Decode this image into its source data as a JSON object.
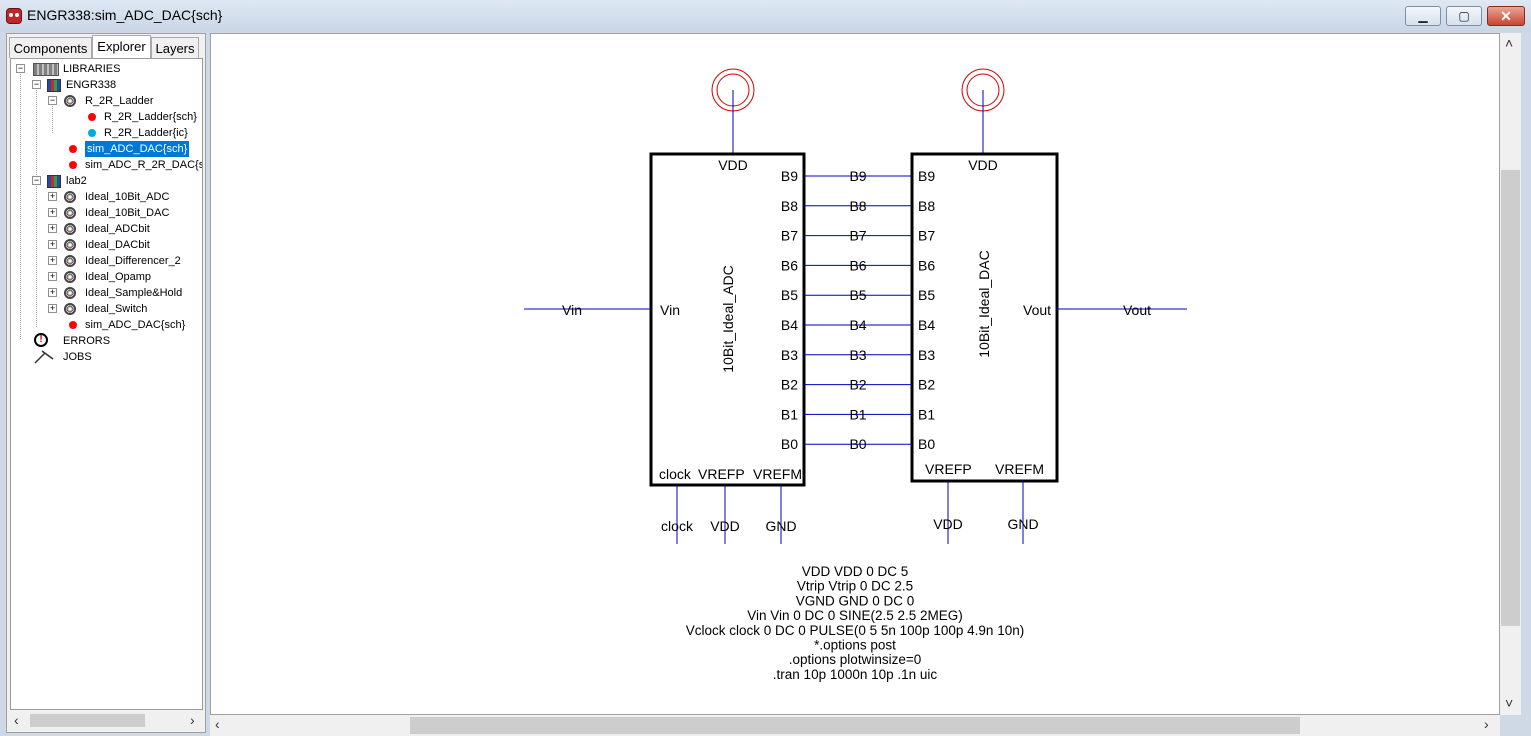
{
  "window": {
    "title": "ENGR338:sim_ADC_DAC{sch}",
    "minimize_glyph": "▁",
    "maximize_glyph": "▢",
    "close_glyph": "✕"
  },
  "tabs": [
    {
      "label": "Components",
      "active": false
    },
    {
      "label": "Explorer",
      "active": true
    },
    {
      "label": "Layers",
      "active": false
    }
  ],
  "tree": {
    "libraries": "LIBRARIES",
    "engr338": "ENGR338",
    "r2r_ladder": "R_2R_Ladder",
    "r2r_ladder_sch": "R_2R_Ladder{sch}",
    "r2r_ladder_ic": "R_2R_Ladder{ic}",
    "sim_adc_dac": "sim_ADC_DAC{sch}",
    "sim_adc_r2r_dac": "sim_ADC_R_2R_DAC{s",
    "lab2": "lab2",
    "lab2_cells": [
      "Ideal_10Bit_ADC",
      "Ideal_10Bit_DAC",
      "Ideal_ADCbit",
      "Ideal_DACbit",
      "Ideal_Differencer_2",
      "Ideal_Opamp",
      "Ideal_Sample&Hold",
      "Ideal_Switch"
    ],
    "lab2_sim": "sim_ADC_DAC{sch}",
    "errors": "ERRORS",
    "jobs": "JOBS",
    "colors": {
      "red_dot": "#ff0000",
      "cyan_dot": "#00aadd",
      "selected": "#0078d7"
    }
  },
  "schematic": {
    "adc": {
      "name": "10Bit_Ideal_ADC",
      "vdd_pin": "VDD",
      "vin_pin": "Vin",
      "bit_pins": [
        "B9",
        "B8",
        "B7",
        "B6",
        "B5",
        "B4",
        "B3",
        "B2",
        "B1",
        "B0"
      ],
      "bottom_pins": [
        "clock",
        "VREFP",
        "VREFM"
      ],
      "bottom_nets": [
        "clock",
        "VDD",
        "GND"
      ]
    },
    "dac": {
      "name": "10Bit_Ideal_DAC",
      "vdd_pin": "VDD",
      "vout_pin": "Vout",
      "bit_pins": [
        "B9",
        "B8",
        "B7",
        "B6",
        "B5",
        "B4",
        "B3",
        "B2",
        "B1",
        "B0"
      ],
      "bottom_pins": [
        "VREFP",
        "VREFM"
      ],
      "bottom_nets": [
        "VDD",
        "GND"
      ]
    },
    "bit_nets": [
      "B9",
      "B8",
      "B7",
      "B6",
      "B5",
      "B4",
      "B3",
      "B2",
      "B1",
      "B0"
    ],
    "vin_net": "Vin",
    "vout_net": "Vout",
    "spice_lines": [
      "VDD VDD 0 DC 5",
      "Vtrip Vtrip 0 DC 2.5",
      "VGND GND 0 DC 0",
      "Vin Vin 0 DC 0 SINE(2.5 2.5 2MEG)",
      "Vclock clock 0 DC 0 PULSE(0 5 5n 100p 100p 4.9n 10n)",
      "*.options post",
      ".options plotwinsize=0",
      ".tran 10p 1000n 10p .1n uic"
    ],
    "colors": {
      "wire": "#0000c0",
      "power": "#d00000",
      "box": "#000000"
    }
  }
}
